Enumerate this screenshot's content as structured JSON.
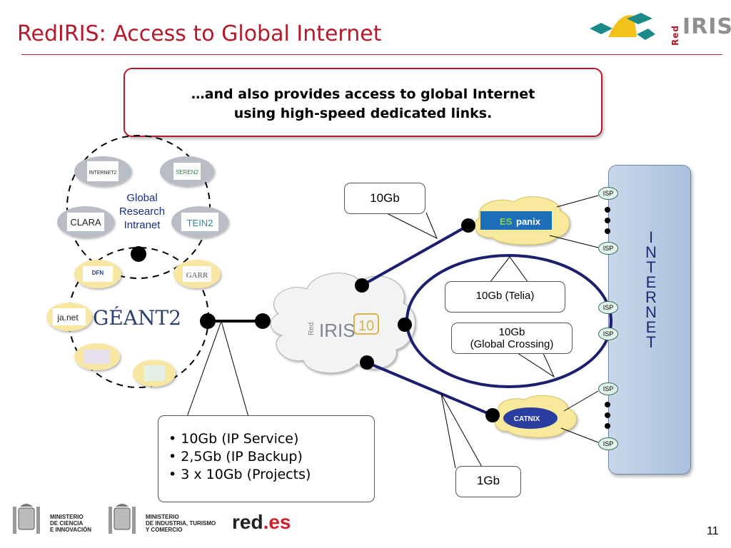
{
  "title": "RedIRIS: Access to Global Internet",
  "logo": {
    "text": "IRIS",
    "red": "Red"
  },
  "callout": {
    "line1": "…and also provides access to global Internet",
    "line2": "using high-speed dedicated links."
  },
  "intranet": {
    "line1": "Global",
    "line2": "Research",
    "line3": "Intranet"
  },
  "networks": {
    "internet2": "INTERNET2",
    "seren": "SEREN2",
    "clara": "CLARA",
    "tein": "TEIN2",
    "dfn": "DFN",
    "garr": "GARR",
    "janet": "ja.net",
    "geant": "GÉANT2"
  },
  "rediris_cloud": {
    "red": "Red",
    "iris": "IRIS",
    "num": "10"
  },
  "espanix": {
    "es": "ES",
    "panix": "panix"
  },
  "catnix": "CATNIX",
  "links": {
    "espanix": "10Gb",
    "telia": "10Gb (Telia)",
    "gc_line1": "10Gb",
    "gc_line2": "(Global Crossing)",
    "catnix": "1Gb"
  },
  "geant_links": [
    "10Gb (IP Service)",
    "2,5Gb (IP Backup)",
    "3 x 10Gb (Projects)"
  ],
  "internet_letters": [
    "I",
    "N",
    "T",
    "E",
    "R",
    "N",
    "E",
    "T"
  ],
  "isp": "ISP",
  "footer": {
    "m1": [
      "MINISTERIO",
      "DE CIENCIA",
      "E INNOVACIÓN"
    ],
    "m2": [
      "MINISTERIO",
      "DE INDUSTRIA, TURISMO",
      "Y COMERCIO"
    ],
    "redes_a": "red",
    "redes_b": ".es"
  },
  "slide_number": "11",
  "colors": {
    "accent": "#b51a2b",
    "link": "#1b1f6e",
    "internet_text": "#1c2a6f"
  }
}
